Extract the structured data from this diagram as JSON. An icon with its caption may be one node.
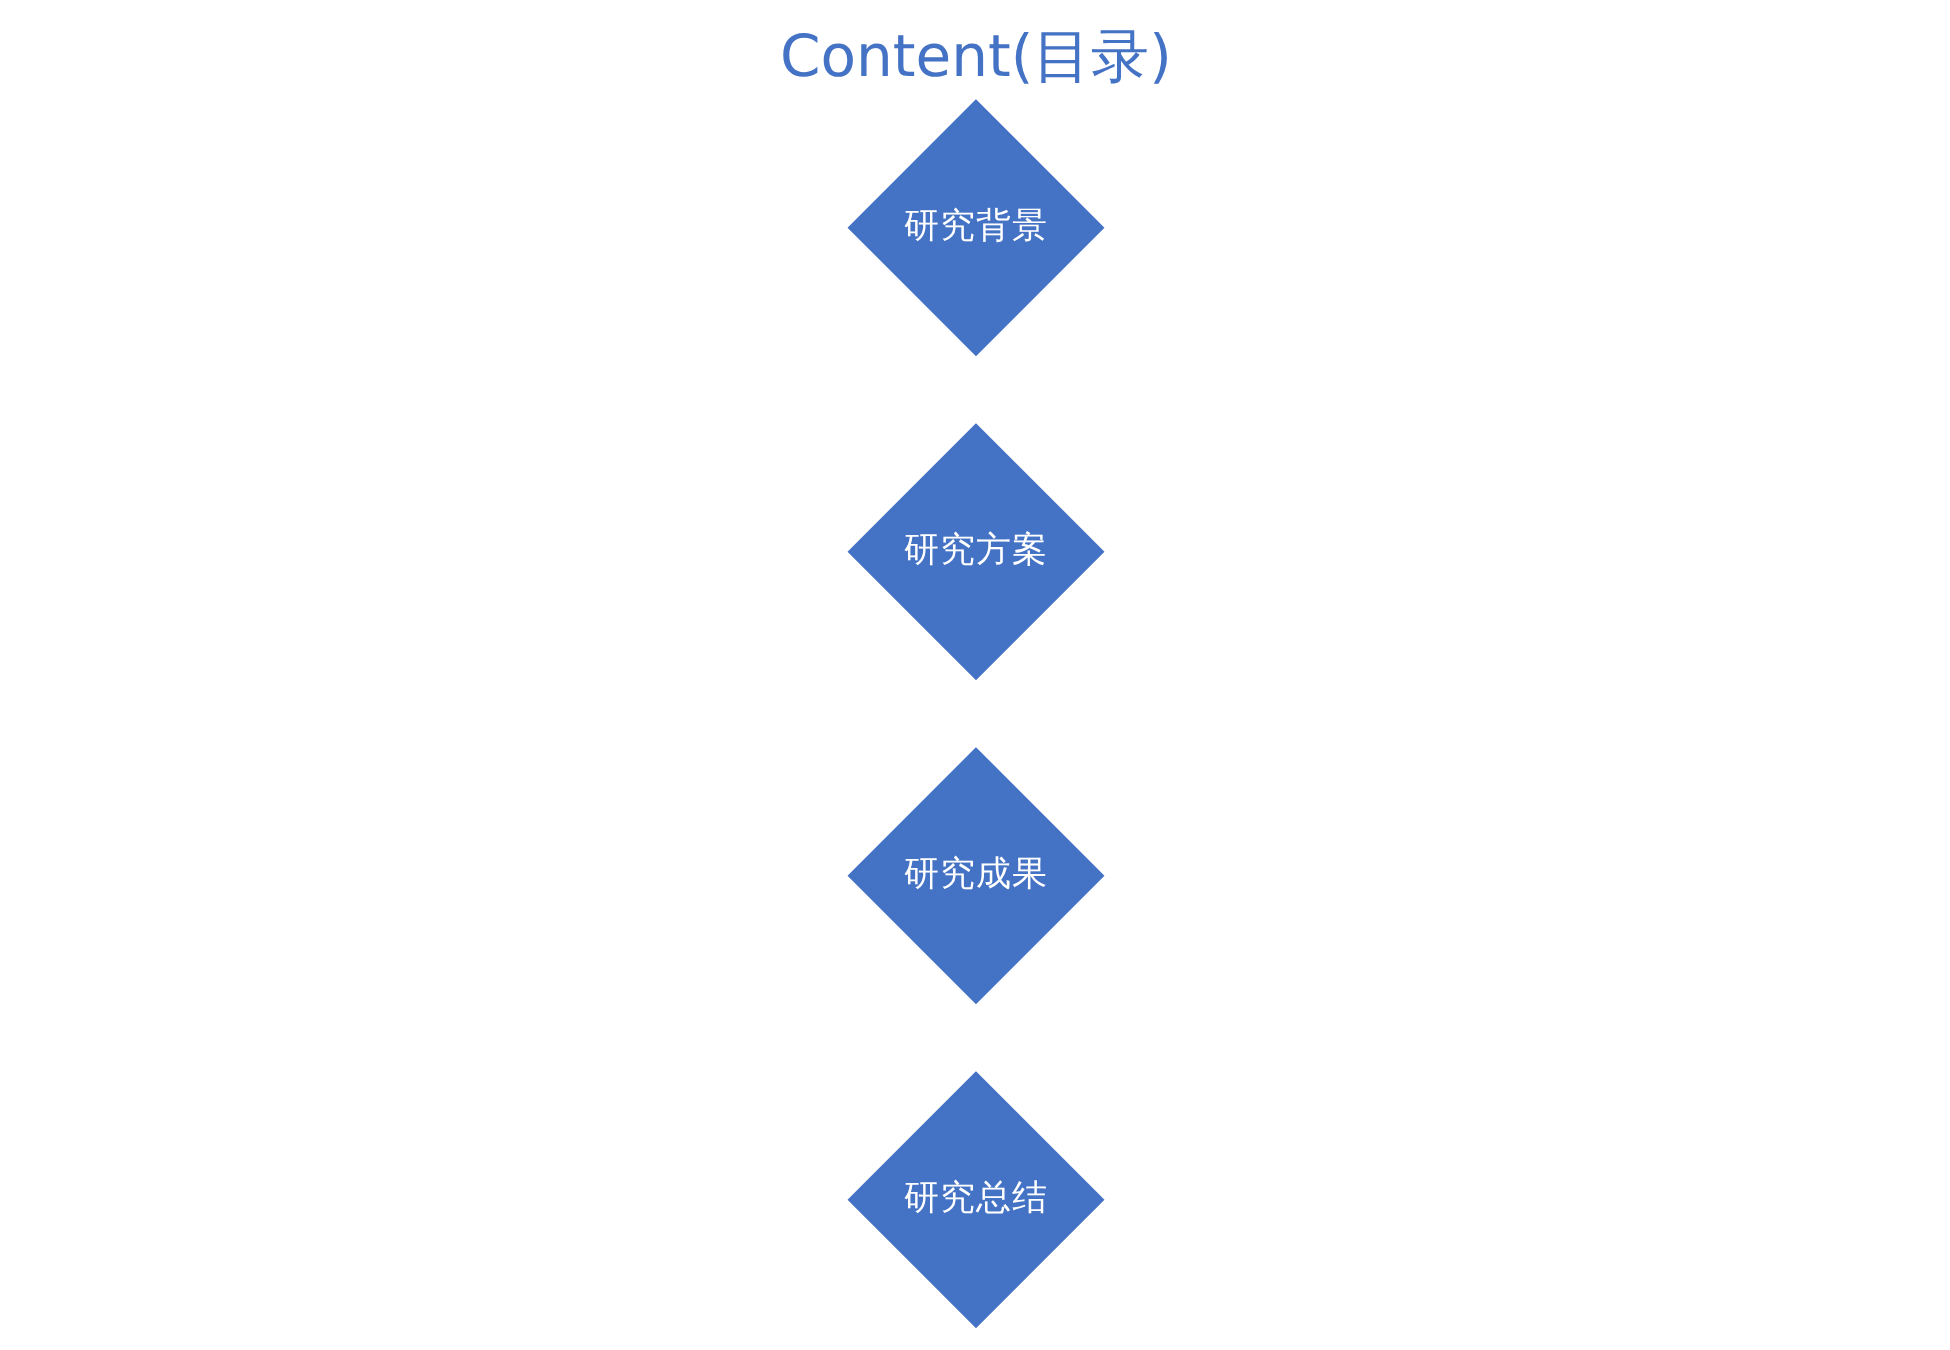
{
  "diagram": {
    "title": "Content(目录)",
    "nodes": [
      {
        "text": [
          "研究背景"
        ]
      },
      {
        "text": [
          "研究方案"
        ]
      },
      {
        "text": [
          "研究成果"
        ]
      },
      {
        "text": [
          "研究总结"
        ]
      }
    ]
  }
}
